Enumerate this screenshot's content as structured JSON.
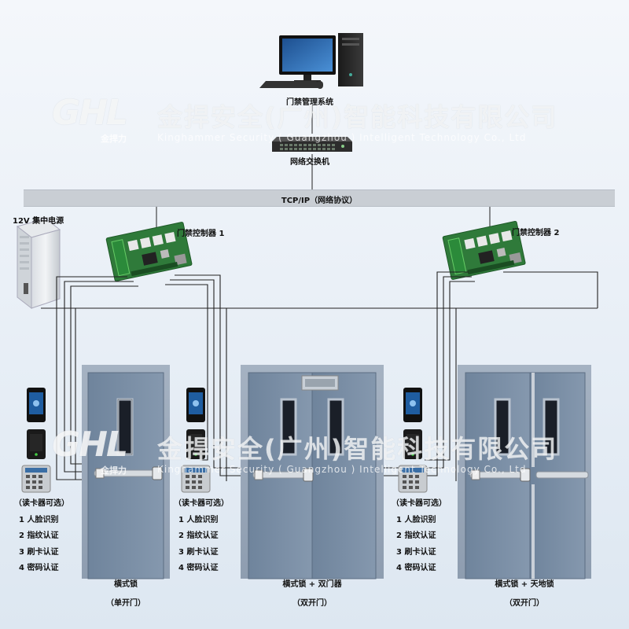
{
  "top": {
    "pc_label": "门禁管理系统",
    "switch_label": "网络交换机",
    "bus_label": "TCP/IP（网络协议）"
  },
  "power_label": "12V 集中电源",
  "controllers": [
    "门禁控制器 1",
    "门禁控制器 2"
  ],
  "watermark": {
    "logo": "GHL",
    "logo_sub": "金捍力",
    "company_cn": "金捍安全(广州)智能科技有限公司",
    "company_en": "Kinghammer Security ( Guangzhou ) Intelligent Technology Co., Ltd"
  },
  "reader_options": {
    "title": "（读卡器可选）",
    "items": [
      "1 人脸识别",
      "2 指纹认证",
      "3 刷卡认证",
      "4 密码认证"
    ]
  },
  "doors": [
    {
      "lock": "横式锁",
      "type": "（单开门）"
    },
    {
      "lock": "横式锁 + 双门器",
      "type": "（双开门）"
    },
    {
      "lock": "横式锁 + 天地锁",
      "type": "（双开门）"
    }
  ],
  "colors": {
    "door": "#7b8fa6",
    "door_frame": "#9aa8b9",
    "wire": "#222222",
    "bus": "#c9ced4"
  }
}
